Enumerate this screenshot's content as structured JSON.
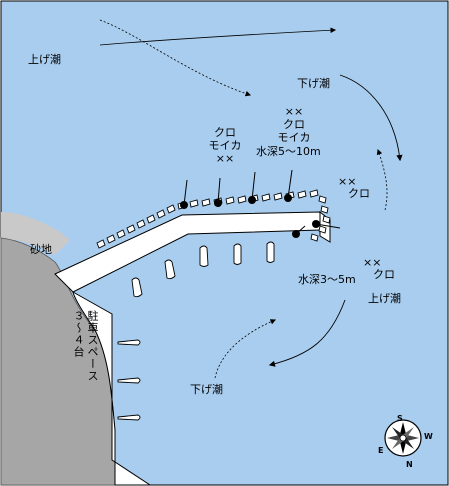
{
  "labels": {
    "current_top_up": "上げ潮",
    "current_top_down": "下げ潮",
    "current_bottom_up": "上げ潮",
    "current_bottom_down": "下げ潮",
    "sand": "砂地",
    "parking_line1": "駐車スペース",
    "parking_line2": "３～４台",
    "kuro_mark": "××",
    "kuro": "クロ",
    "moika": "モイカ",
    "kuro_left": "クロ",
    "moika_left": "モイカ",
    "x_left": "××",
    "depth_deep": "水深5～10m",
    "depth_shallow": "水深3～5m",
    "fish_right_x": "××",
    "fish_right": "クロ",
    "fish_lower_x": "××",
    "fish_lower": "クロ"
  },
  "compass": {
    "n": "N",
    "s": "S",
    "e": "E",
    "w": "W"
  },
  "colors": {
    "sea": "#a9cdee",
    "land": "#a6a6a6",
    "pier": "#ffffff",
    "outline": "#000000"
  }
}
